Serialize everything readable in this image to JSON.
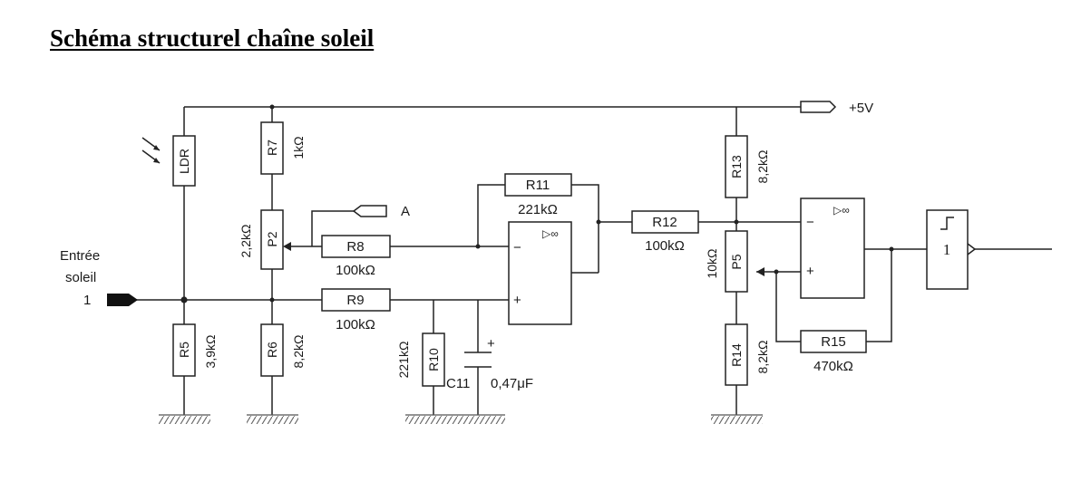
{
  "title": "Schéma structurel chaîne soleil",
  "supply": "+5V",
  "input": {
    "line1": "Entrée",
    "line2": "soleil",
    "pin": "1"
  },
  "probe_point": "A",
  "ldr": "LDR",
  "resistors": {
    "r5": {
      "name": "R5",
      "value": "3,9kΩ"
    },
    "r6": {
      "name": "R6",
      "value": "8,2kΩ"
    },
    "r7": {
      "name": "R7",
      "value": "1kΩ"
    },
    "r8": {
      "name": "R8",
      "value": "100kΩ"
    },
    "r9": {
      "name": "R9",
      "value": "100kΩ"
    },
    "r10": {
      "name": "R10",
      "value": "221kΩ"
    },
    "r11": {
      "name": "R11",
      "value": "221kΩ"
    },
    "r12": {
      "name": "R12",
      "value": "100kΩ"
    },
    "r13": {
      "name": "R13",
      "value": "8,2kΩ"
    },
    "r14": {
      "name": "R14",
      "value": "8,2kΩ"
    },
    "r15": {
      "name": "R15",
      "value": "470kΩ"
    }
  },
  "potentiometers": {
    "p2": {
      "name": "P2",
      "value": "2,2kΩ"
    },
    "p5": {
      "name": "P5",
      "value": "10kΩ"
    }
  },
  "capacitor": {
    "name": "C11",
    "value": "0,47μF",
    "polarity": "+"
  },
  "opamp": {
    "symbol": "▷∞",
    "minus": "−",
    "plus": "+"
  },
  "schmitt": {
    "output": "1"
  }
}
